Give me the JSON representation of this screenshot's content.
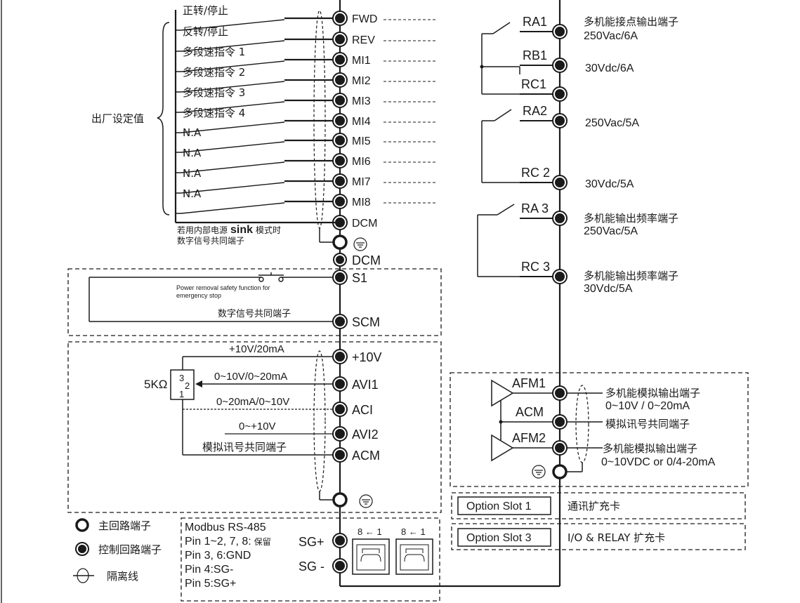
{
  "left_switches": [
    "正转/停止",
    "反转/停止",
    "多段速指令 1",
    "多段速指令 2",
    "多段速指令 3",
    "多段速指令 4",
    "N.A",
    "N.A",
    "N.A",
    "N.A"
  ],
  "left_terminals": [
    "FWD",
    "REV",
    "MI1",
    "MI2",
    "MI3",
    "MI4",
    "MI5",
    "MI6",
    "MI7",
    "MI8",
    "DCM"
  ],
  "factory_label": "出厂设定值",
  "sink_note_1": "若用内部电源",
  "sink_note_sink": "sink",
  "sink_note_2": "模式时",
  "sink_note_3": "数字信号共同端子",
  "dcm2": "DCM",
  "s1": "S1",
  "scm": "SCM",
  "safety_1": "Power removal safety function for",
  "safety_2": "emergency stop",
  "scm_note": "数字信号共同端子",
  "analog_terminals": [
    "+10V",
    "AVI1",
    "ACI",
    "AVI2",
    "ACM"
  ],
  "analog_notes": [
    "+10V/20mA",
    "0~10V/0~20mA",
    "0~20mA/0~10V",
    "0~+10V",
    "模拟讯号共同端子"
  ],
  "pot_label": "5KΩ",
  "pot_pins": [
    "3",
    "2",
    "1"
  ],
  "relay_terminals": [
    "RA1",
    "RB1",
    "RC1",
    "RA2",
    "RC 2",
    "RA 3",
    "RC 3"
  ],
  "relay_notes": {
    "ra1_a": "多机能接点输出端子",
    "ra1_b": "250Vac/6A",
    "rb1": "30Vdc/6A",
    "ra2": "250Vac/5A",
    "rc2": "30Vdc/5A",
    "ra3_a": "多机能输出频率端子",
    "ra3_b": "250Vac/5A",
    "rc3_a": "多机能输出频率端子",
    "rc3_b": "30Vdc/5A"
  },
  "afm_terminals": [
    "AFM1",
    "ACM",
    "AFM2"
  ],
  "afm_notes": [
    "多机能模拟输出端子",
    "0~10V / 0~20mA",
    "模拟讯号共同端子",
    "多机能模拟输出端子",
    "0~10VDC or 0/4-20mA"
  ],
  "option_slots": [
    {
      "name": "Option Slot 1",
      "desc": "通讯扩充卡"
    },
    {
      "name": "Option Slot 3",
      "desc": "I/O & RELAY 扩充卡"
    }
  ],
  "legend": [
    "主回路端子",
    "控制回路端子",
    "隔离线"
  ],
  "modbus_lines": [
    "Modbus RS-485",
    "Pin 1~2, 7, 8:",
    "保留",
    "Pin 3, 6:GND",
    "Pin 4:SG-",
    "Pin 5:SG+"
  ],
  "sg_terminals": [
    "SG+",
    "SG -"
  ],
  "rj45_labels": [
    "8 ← 1",
    "8 ← 1"
  ],
  "colors": {
    "ink": "#1a1a1a",
    "terminal_fill": "#1a1a1a",
    "background": "#ffffff"
  }
}
